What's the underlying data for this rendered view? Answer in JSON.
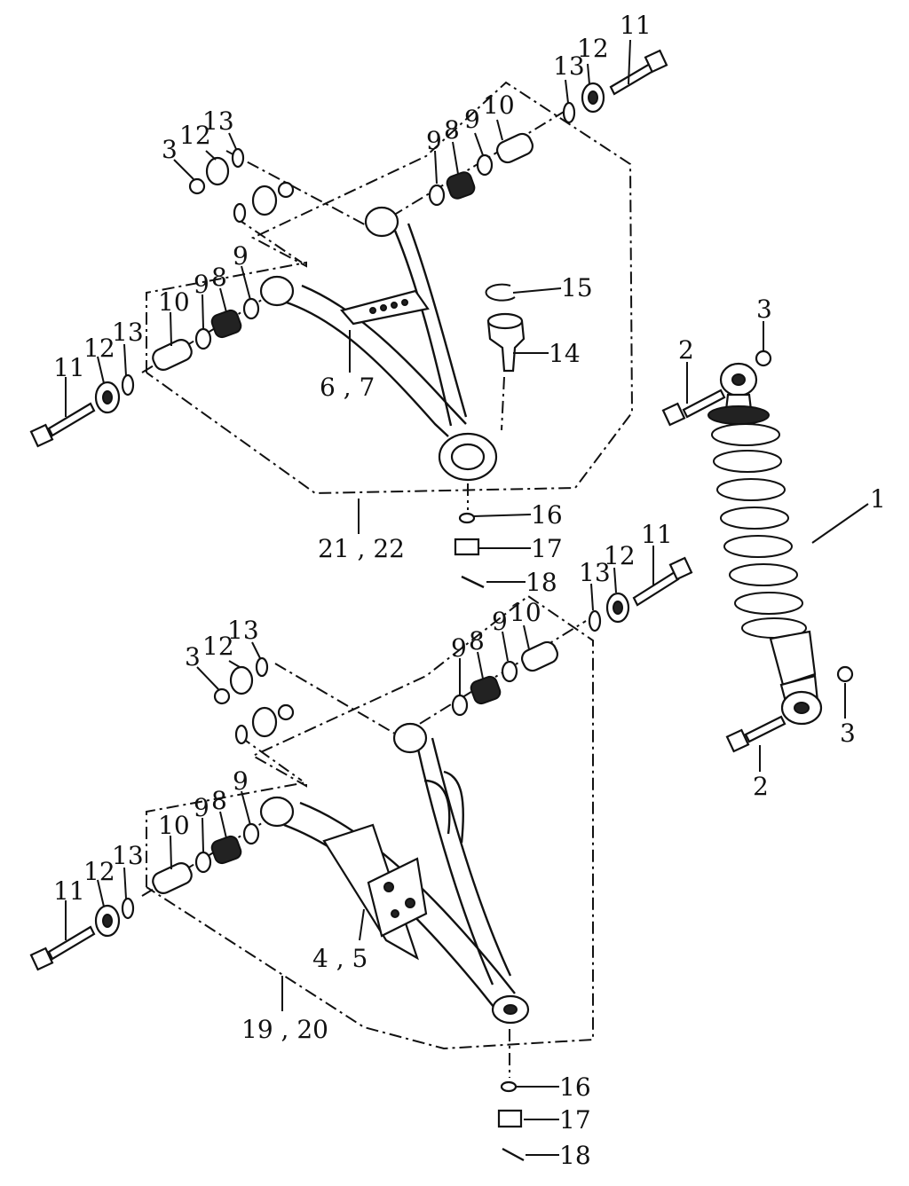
{
  "callouts": {
    "p1": "1",
    "p2a": "2",
    "p2b": "2",
    "p3a": "3",
    "p3b": "3",
    "p3c": "3",
    "p3d": "3",
    "p4_5": "4 , 5",
    "p6_7": "6 , 7",
    "p8a": "8",
    "p8b": "8",
    "p8c": "8",
    "p8d": "8",
    "p9a": "9",
    "p9b": "9",
    "p9c": "9",
    "p9d": "9",
    "p9e": "9",
    "p9f": "9",
    "p9g": "9",
    "p9h": "9",
    "p10a": "10",
    "p10b": "10",
    "p10c": "10",
    "p10d": "10",
    "p11a": "11",
    "p11b": "11",
    "p11c": "11",
    "p11d": "11",
    "p12a": "12",
    "p12b": "12",
    "p12c": "12",
    "p12d": "12",
    "p12e": "12",
    "p12f": "12",
    "p13a": "13",
    "p13b": "13",
    "p13c": "13",
    "p13d": "13",
    "p13e": "13",
    "p13f": "13",
    "p14": "14",
    "p15": "15",
    "p16a": "16",
    "p16b": "16",
    "p17a": "17",
    "p17b": "17",
    "p18a": "18",
    "p18b": "18",
    "p19_20": "19 , 20",
    "p21_22": "21 , 22"
  }
}
